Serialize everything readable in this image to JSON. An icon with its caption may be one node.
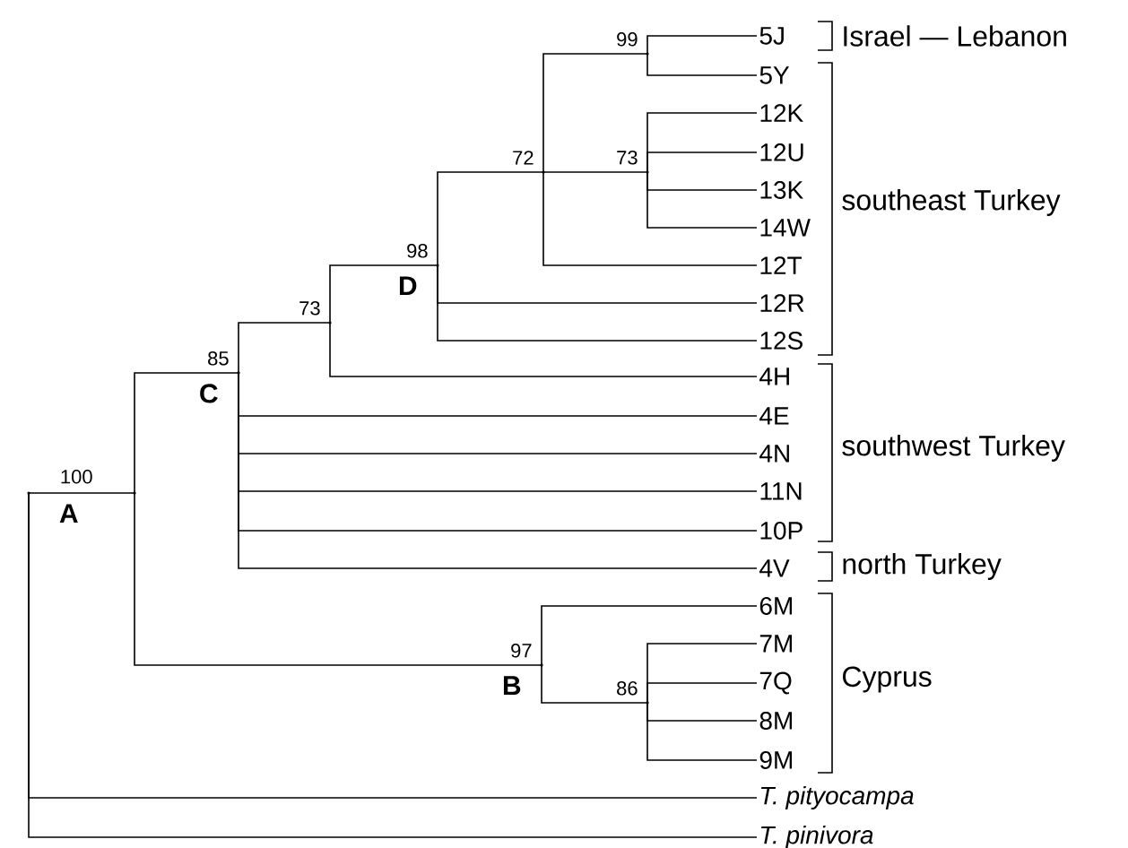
{
  "diagram": {
    "nodes": [
      {
        "text": [
          "5J"
        ]
      },
      {
        "text": [
          "5Y"
        ]
      },
      {
        "text": [
          "12K"
        ]
      },
      {
        "text": [
          "12U"
        ]
      },
      {
        "text": [
          "13K"
        ]
      },
      {
        "text": [
          "14W"
        ]
      },
      {
        "text": [
          "12T"
        ]
      },
      {
        "text": [
          "12R"
        ]
      },
      {
        "text": [
          "12S"
        ]
      },
      {
        "text": [
          "4H"
        ]
      },
      {
        "text": [
          "4E"
        ]
      },
      {
        "text": [
          "4N"
        ]
      },
      {
        "text": [
          "11N"
        ]
      },
      {
        "text": [
          "10P"
        ]
      },
      {
        "text": [
          "4V"
        ]
      },
      {
        "text": [
          "6M"
        ]
      },
      {
        "text": [
          "7M"
        ]
      },
      {
        "text": [
          "7Q"
        ]
      },
      {
        "text": [
          "8M"
        ]
      },
      {
        "text": [
          "9M"
        ]
      },
      {
        "text": [
          "T. pityocampa"
        ]
      },
      {
        "text": [
          "T. pinivora"
        ]
      },
      {
        "text": [],
        "shape": "point"
      },
      {
        "text": [],
        "shape": "point",
        "beside": [
          "100",
          "A"
        ]
      },
      {
        "text": [],
        "shape": "point",
        "beside": [
          "85",
          "C"
        ]
      },
      {
        "text": [],
        "shape": "point",
        "beside": [
          "73"
        ]
      },
      {
        "text": [],
        "shape": "point",
        "beside": [
          "98",
          "D"
        ]
      },
      {
        "text": [],
        "shape": "point",
        "beside": [
          "72"
        ]
      },
      {
        "text": [],
        "shape": "point",
        "beside": [
          "99"
        ]
      },
      {
        "text": [],
        "shape": "point",
        "beside": [
          "73"
        ]
      },
      {
        "text": [],
        "shape": "point",
        "beside": [
          "97",
          "B"
        ]
      },
      {
        "text": [],
        "shape": "point",
        "beside": [
          "86"
        ]
      }
    ],
    "edges": [
      {
        "from": 22,
        "to": 23,
        "arrow": "none"
      },
      {
        "from": 22,
        "to": 20,
        "arrow": "none"
      },
      {
        "from": 22,
        "to": 21,
        "arrow": "none"
      },
      {
        "from": 23,
        "to": 24,
        "arrow": "none"
      },
      {
        "from": 23,
        "to": 30,
        "arrow": "none"
      },
      {
        "from": 24,
        "to": 25,
        "arrow": "none"
      },
      {
        "from": 24,
        "to": 10,
        "arrow": "none"
      },
      {
        "from": 24,
        "to": 11,
        "arrow": "none"
      },
      {
        "from": 24,
        "to": 12,
        "arrow": "none"
      },
      {
        "from": 24,
        "to": 13,
        "arrow": "none"
      },
      {
        "from": 24,
        "to": 14,
        "arrow": "none"
      },
      {
        "from": 25,
        "to": 26,
        "arrow": "none"
      },
      {
        "from": 25,
        "to": 9,
        "arrow": "none"
      },
      {
        "from": 26,
        "to": 27,
        "arrow": "none"
      },
      {
        "from": 26,
        "to": 7,
        "arrow": "none"
      },
      {
        "from": 26,
        "to": 8,
        "arrow": "none"
      },
      {
        "from": 27,
        "to": 28,
        "arrow": "none"
      },
      {
        "from": 27,
        "to": 29,
        "arrow": "none"
      },
      {
        "from": 27,
        "to": 6,
        "arrow": "none"
      },
      {
        "from": 28,
        "to": 0,
        "arrow": "none"
      },
      {
        "from": 28,
        "to": 1,
        "arrow": "none"
      },
      {
        "from": 29,
        "to": 2,
        "arrow": "none"
      },
      {
        "from": 29,
        "to": 3,
        "arrow": "none"
      },
      {
        "from": 29,
        "to": 4,
        "arrow": "none"
      },
      {
        "from": 29,
        "to": 5,
        "arrow": "none"
      },
      {
        "from": 30,
        "to": 15,
        "arrow": "none"
      },
      {
        "from": 30,
        "to": 31,
        "arrow": "none"
      },
      {
        "from": 31,
        "to": 16,
        "arrow": "none"
      },
      {
        "from": 31,
        "to": 17,
        "arrow": "none"
      },
      {
        "from": 31,
        "to": 18,
        "arrow": "none"
      },
      {
        "from": 31,
        "to": 19,
        "arrow": "none"
      }
    ],
    "labels": [
      "Israel — Lebanon",
      "southeast Turkey",
      "southwest Turkey",
      "north Turkey",
      "Cyprus"
    ]
  }
}
